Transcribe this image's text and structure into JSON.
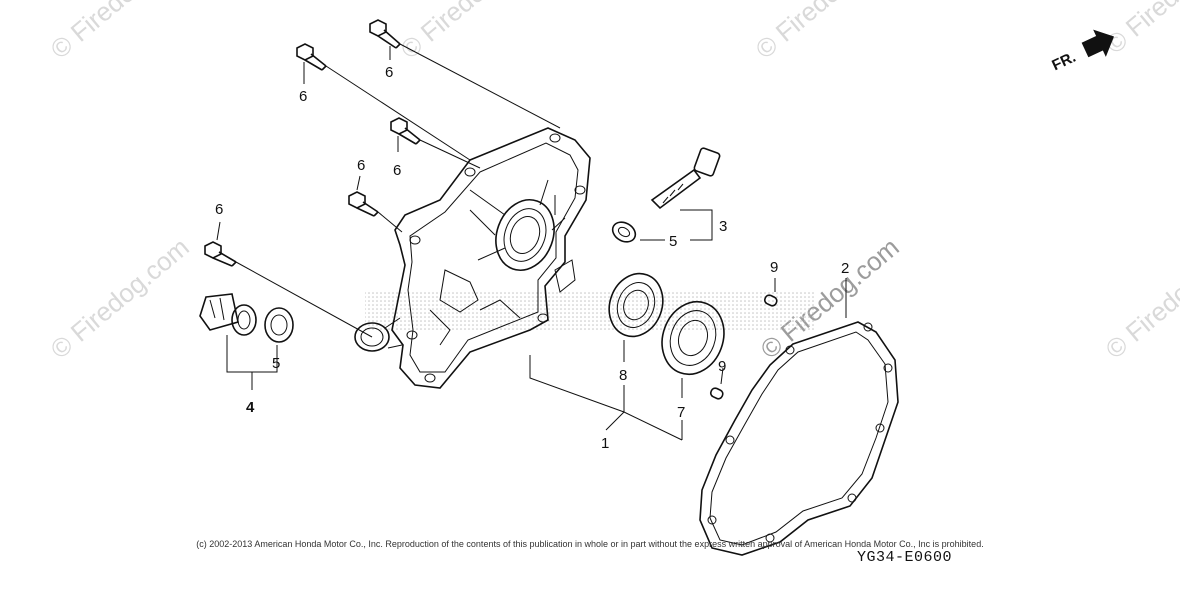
{
  "watermark": "© Firedog.com",
  "direction_label": "FR.",
  "callouts": {
    "c1": "1",
    "c2": "2",
    "c3": "3",
    "c4": "4",
    "c5": "5",
    "c6": "6",
    "c7": "7",
    "c8": "8",
    "c9": "9"
  },
  "copyright": "(c) 2002-2013 American Honda Motor Co., Inc. Reproduction of the contents of this publication in whole or in part without the express written approval of American Honda Motor Co., Inc is prohibited.",
  "diagram_code": "YG34-E0600"
}
